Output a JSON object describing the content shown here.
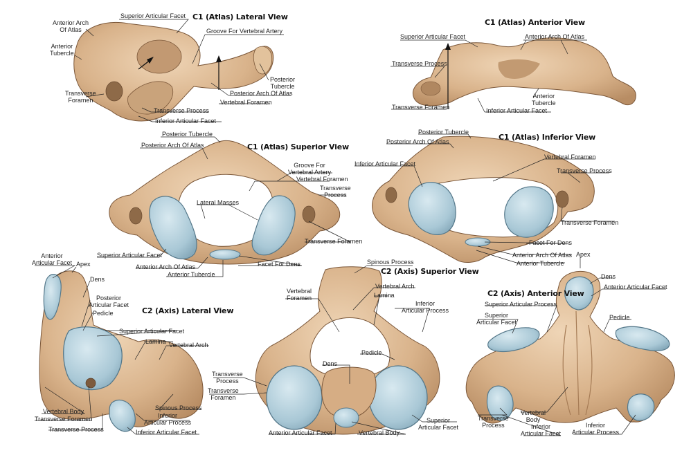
{
  "colors": {
    "bone": "#d9b38b",
    "bone_light": "#ebcfae",
    "bone_dark": "#a57b55",
    "bone_outline": "#7a5638",
    "cartilage": "#a9c8d6",
    "cartilage_light": "#cfe2ea",
    "cartilage_outline": "#55788a",
    "leader": "#222222"
  },
  "views": [
    {
      "id": "c1-lateral",
      "title": "C1 (Atlas) Lateral View",
      "labels": [
        "Superior Articular Facet",
        "Anterior Arch\nOf Atlas",
        "Anterior\nTubercle",
        "Groove For Vertebral Artery",
        "Posterior\nTubercle",
        "Posterior Arch Of Atlas",
        "Vertebral Foramen",
        "Transverse\nForamen",
        "Transverse Process",
        "Inferior Articular Facet"
      ]
    },
    {
      "id": "c1-anterior",
      "title": "C1 (Atlas) Anterior View",
      "labels": [
        "Superior Articular Facet",
        "Anterior Arch Of Atlas",
        "Transverse Process",
        "Anterior\nTubercle",
        "Transverse Foramen",
        "Inferior Articular Facet"
      ]
    },
    {
      "id": "c1-superior",
      "title": "C1 (Atlas) Superior View",
      "labels": [
        "Posterior Tubercle",
        "Posterior Arch Of Atlas",
        "Groove For\nVertebral Artery",
        "Vertebral Foramen",
        "Transverse\nProcess",
        "Lateral Masses",
        "Transverse Foramen",
        "Superior Articular Facet",
        "Anterior Arch Of Atlas",
        "Facet For Dens",
        "Anterior Tubercle"
      ]
    },
    {
      "id": "c1-inferior",
      "title": "C1 (Atlas) Inferior View",
      "labels": [
        "Posterior Tubercle",
        "Posterior Arch Of Atlas",
        "Inferior Articular Facet",
        "Vertebral Foramen",
        "Transverse Process",
        "Transverse Foramen",
        "Facet For Dens",
        "Anterior Arch Of Atlas",
        "Anterior Tubercle"
      ]
    },
    {
      "id": "c2-lateral",
      "title": "C2 (Axis) Lateral View",
      "labels": [
        "Anterior\nArticular Facet",
        "Apex",
        "Dens",
        "Posterior\nArticular Facet",
        "Pedicle",
        "Superior Articular Facet",
        "Lamina",
        "Vertebral Arch",
        "Vertebral Body",
        "Transverse Foramen",
        "Spinous Process",
        "Inferior\nArticular Process",
        "Transverse Process",
        "Inferior Articular Facet"
      ]
    },
    {
      "id": "c2-superior",
      "title": "C2 (Axis) Superior View",
      "labels": [
        "Spinous Process",
        "Vertebral Arch",
        "Vertebral\nForamen",
        "Lamina",
        "Inferior\nArticular Process",
        "Pedicle",
        "Dens",
        "Transverse\nProcess",
        "Transverse\nForamen",
        "Superior\nArticular Facet",
        "Anterior Articular Facet",
        "Vertebral Body"
      ]
    },
    {
      "id": "c2-anterior",
      "title": "C2 (Axis) Anterior View",
      "labels": [
        "Apex",
        "Dens",
        "Anterior Articular Facet",
        "Superior Articular Process",
        "Superior\nArticular Facet",
        "Pedicle",
        "Transverse\nProcess",
        "Vertebral\nBody",
        "Inferior\nArticular Facet",
        "Inferior\nArticular Process"
      ]
    }
  ]
}
